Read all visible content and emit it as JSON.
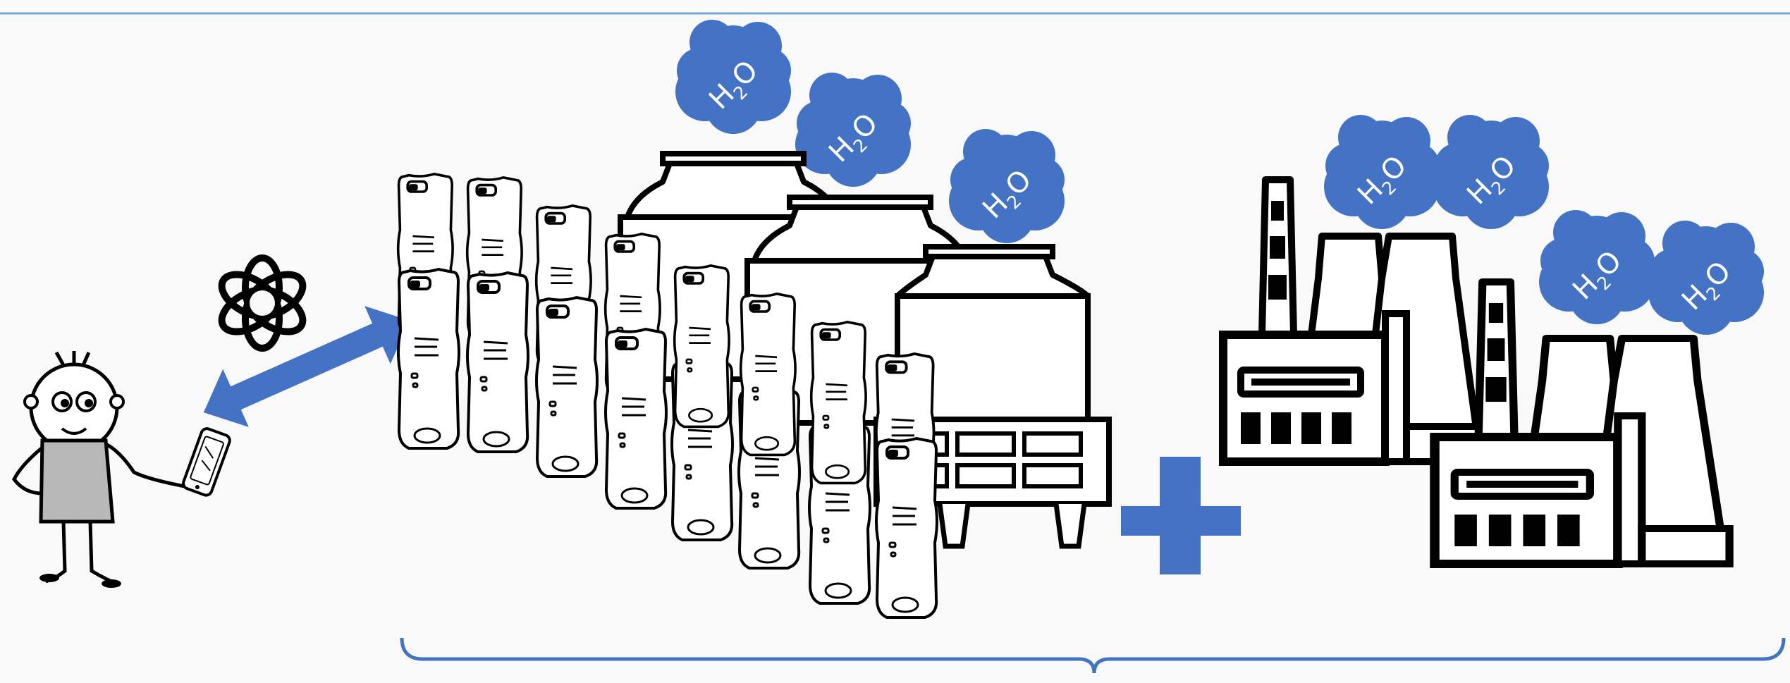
{
  "colors": {
    "background": "#f9f9f9",
    "accent_blue": "#4472c4",
    "top_rule": "#6fa8dc",
    "ink": "#000000",
    "shirt": "#b7b7b7"
  },
  "icons": {
    "person": "stick-figure-person",
    "phone": "smartphone-icon",
    "ai_logo": "chatgpt-knot-logo",
    "exchange": "double-headed-arrow",
    "water": "water-bottle",
    "cooling": "cooling-tower",
    "plant": "power-plant",
    "plus": "plus-sign",
    "bracket": "curly-brace"
  },
  "clouds": {
    "label_main": "H",
    "label_sub": "2",
    "label_end": "O",
    "count": 7
  }
}
